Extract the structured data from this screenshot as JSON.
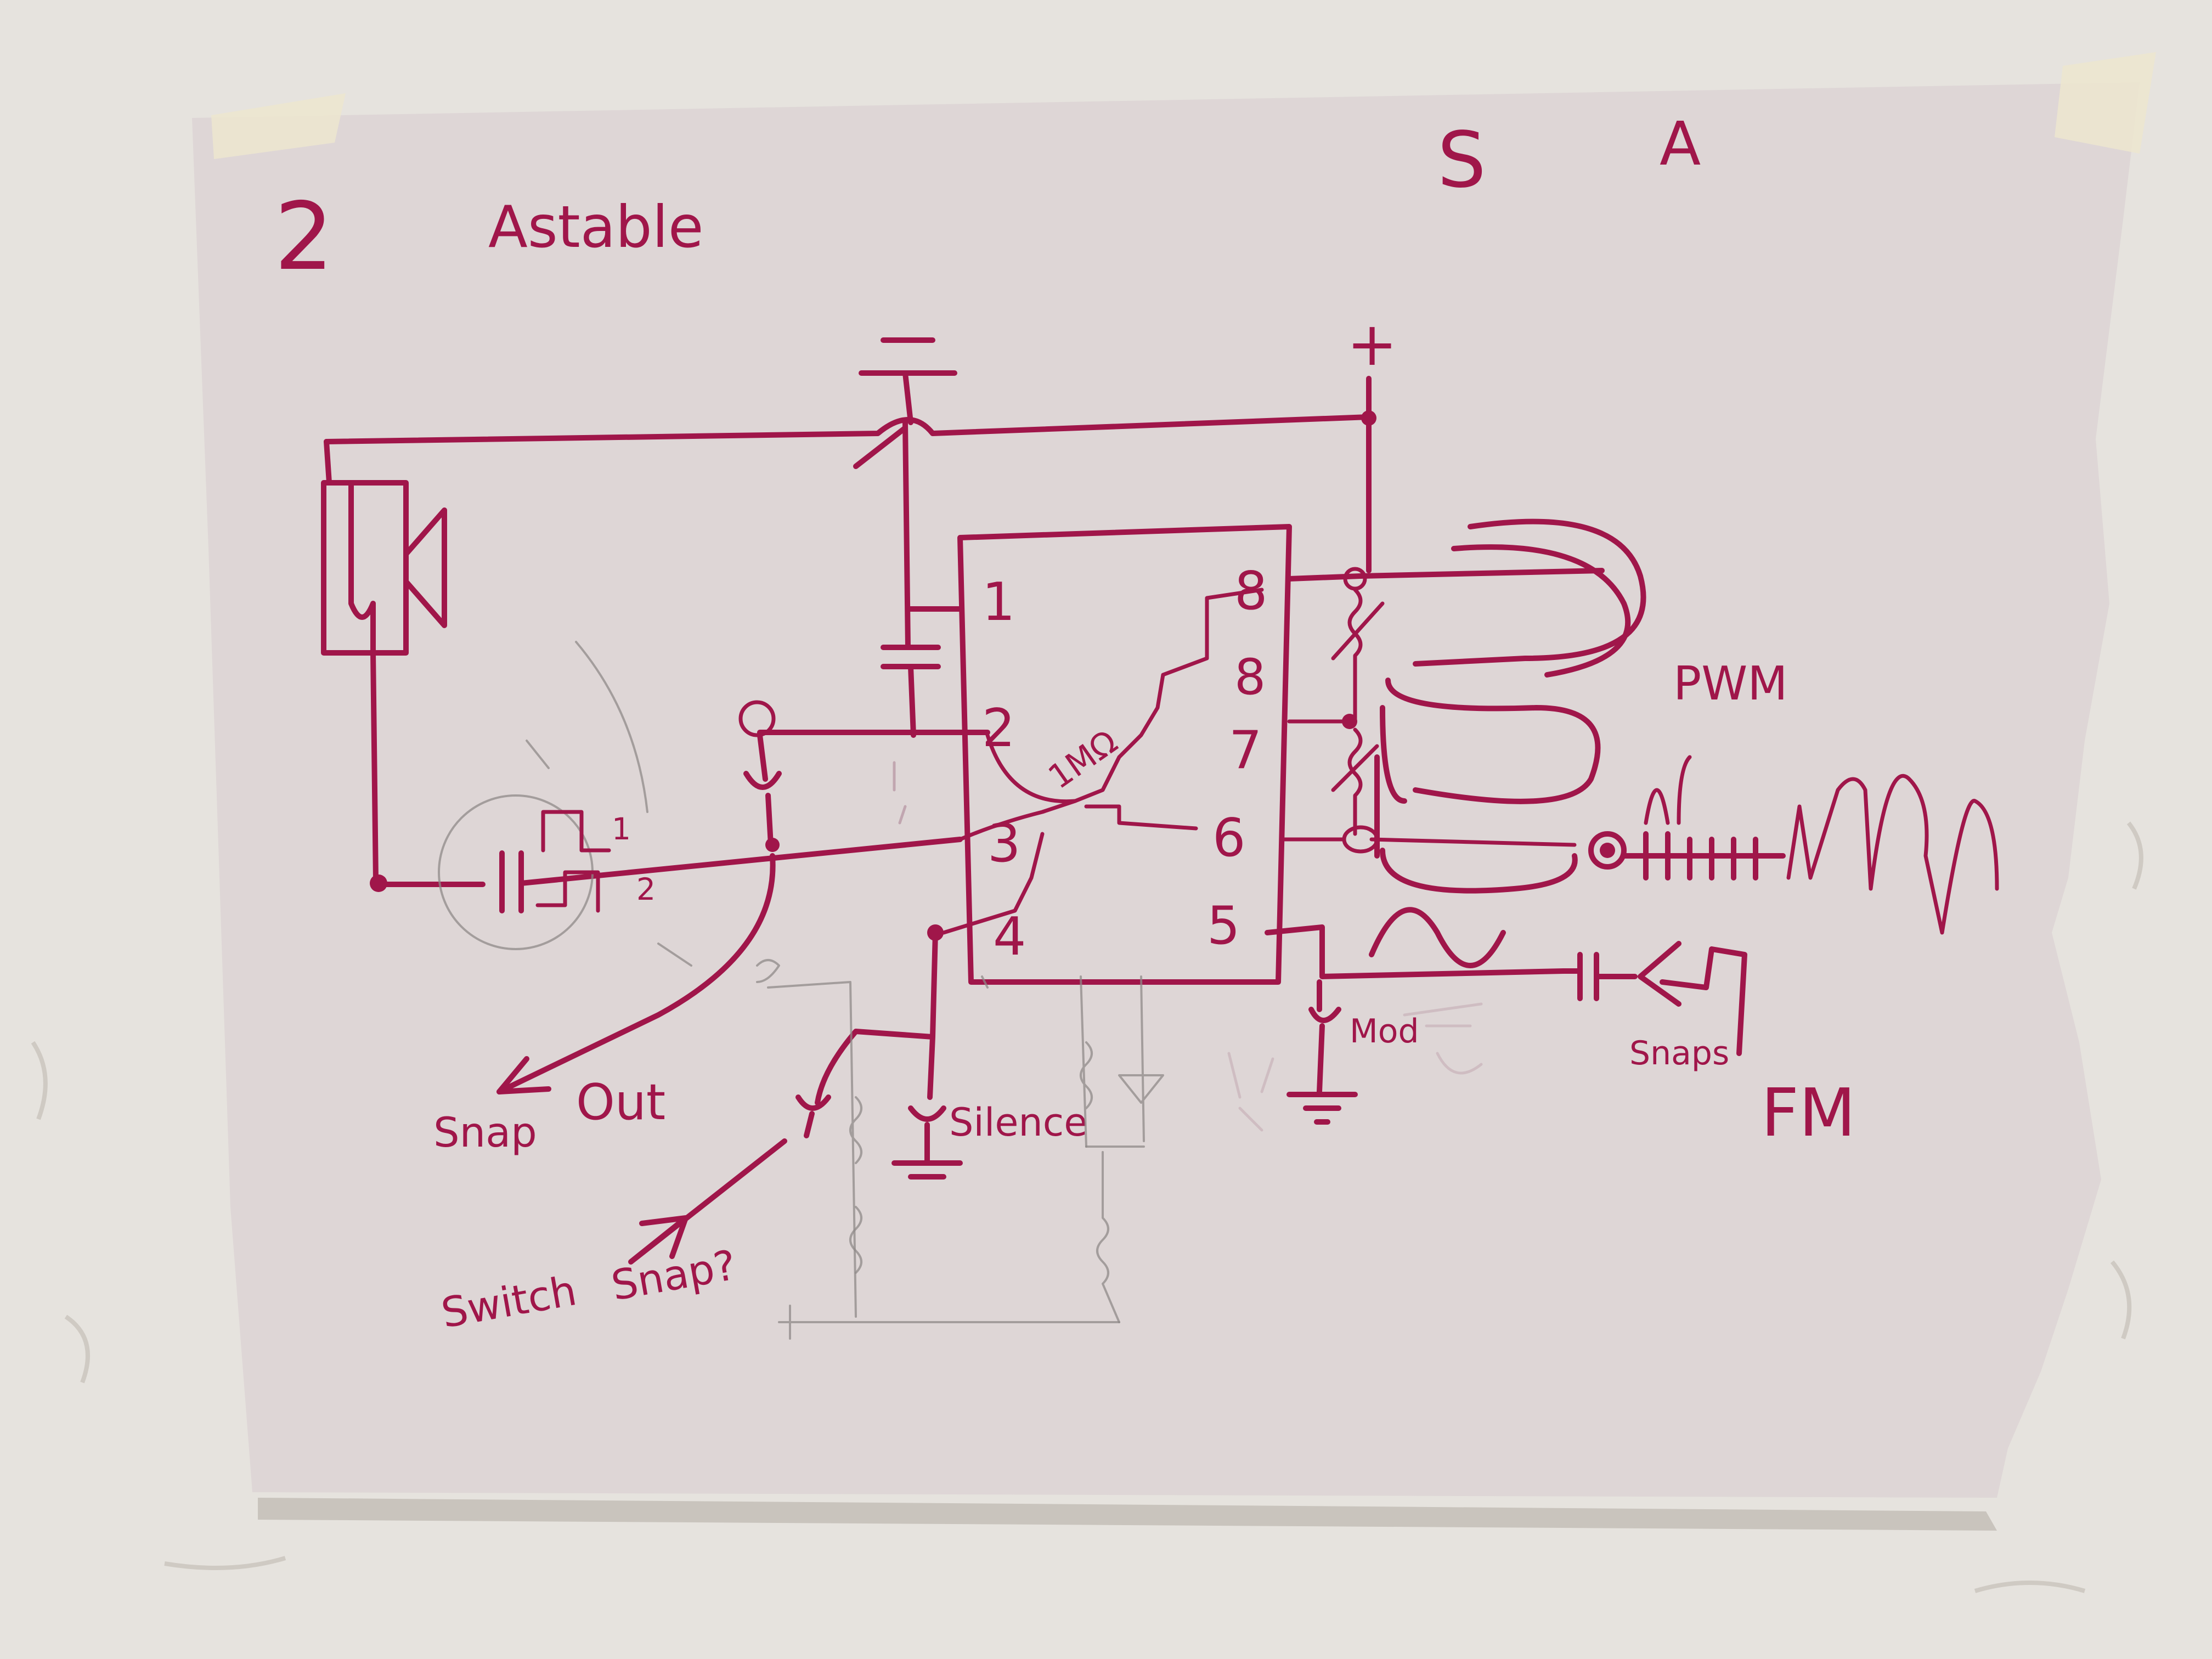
{
  "sheet": {
    "number": "2",
    "title": "Astable",
    "corner_letters": [
      "S",
      "A"
    ]
  },
  "ic": {
    "pins": [
      "1",
      "2",
      "3",
      "4",
      "5",
      "6",
      "7",
      "8"
    ],
    "resistor_label": "1MΩ"
  },
  "labels": {
    "pwm": "PWM",
    "fm": "FM",
    "snaps": "Snaps",
    "mod": "Mod",
    "out": "Out",
    "snap": "Snap",
    "silence": "Silence",
    "switch": "Switch",
    "snap_question": "Snap?",
    "plus": "+",
    "pulse_1": "1",
    "pulse_2": "2"
  },
  "colors": {
    "ink": "#a0164a",
    "paper": "#ded6d6",
    "wall": "#e6e3de",
    "pencil": "#8f8a88"
  }
}
